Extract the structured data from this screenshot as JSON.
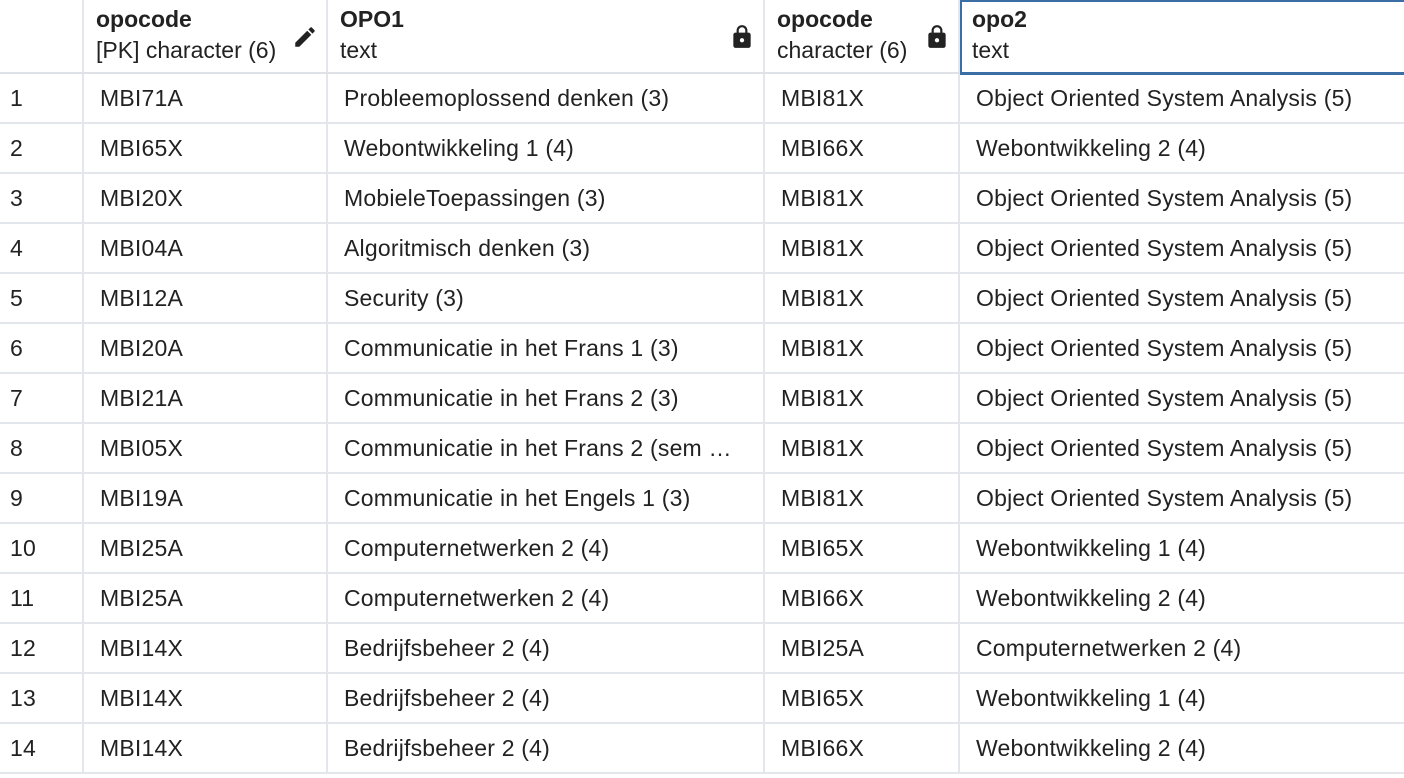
{
  "columns": [
    {
      "name": "",
      "type": ""
    },
    {
      "name": "opocode",
      "type": "[PK] character (6)",
      "icon": "pencil-icon"
    },
    {
      "name": "OPO1",
      "type": "text",
      "icon": "lock-icon"
    },
    {
      "name": "opocode",
      "type": "character (6)",
      "icon": "lock-icon"
    },
    {
      "name": "opo2",
      "type": "text"
    }
  ],
  "rows": [
    [
      "1",
      "MBI71A",
      "Probleemoplossend denken (3)",
      "MBI81X",
      "Object Oriented System Analysis (5)"
    ],
    [
      "2",
      "MBI65X",
      "Webontwikkeling 1 (4)",
      "MBI66X",
      "Webontwikkeling 2 (4)"
    ],
    [
      "3",
      "MBI20X",
      "MobieleToepassingen (3)",
      "MBI81X",
      "Object Oriented System Analysis (5)"
    ],
    [
      "4",
      "MBI04A",
      "Algoritmisch denken (3)",
      "MBI81X",
      "Object Oriented System Analysis (5)"
    ],
    [
      "5",
      "MBI12A",
      "Security (3)",
      "MBI81X",
      "Object Oriented System Analysis (5)"
    ],
    [
      "6",
      "MBI20A",
      "Communicatie in het Frans 1 (3)",
      "MBI81X",
      "Object Oriented System Analysis (5)"
    ],
    [
      "7",
      "MBI21A",
      "Communicatie in het Frans 2 (3)",
      "MBI81X",
      "Object Oriented System Analysis (5)"
    ],
    [
      "8",
      "MBI05X",
      "Communicatie in het Frans 2 (sem …",
      "MBI81X",
      "Object Oriented System Analysis (5)"
    ],
    [
      "9",
      "MBI19A",
      "Communicatie in het Engels 1 (3)",
      "MBI81X",
      "Object Oriented System Analysis (5)"
    ],
    [
      "10",
      "MBI25A",
      "Computernetwerken 2 (4)",
      "MBI65X",
      "Webontwikkeling 1 (4)"
    ],
    [
      "11",
      "MBI25A",
      "Computernetwerken 2 (4)",
      "MBI66X",
      "Webontwikkeling 2 (4)"
    ],
    [
      "12",
      "MBI14X",
      "Bedrijfsbeheer 2 (4)",
      "MBI25A",
      "Computernetwerken 2 (4)"
    ],
    [
      "13",
      "MBI14X",
      "Bedrijfsbeheer 2 (4)",
      "MBI65X",
      "Webontwikkeling 1 (4)"
    ],
    [
      "14",
      "MBI14X",
      "Bedrijfsbeheer 2 (4)",
      "MBI66X",
      "Webontwikkeling 2 (4)"
    ]
  ]
}
